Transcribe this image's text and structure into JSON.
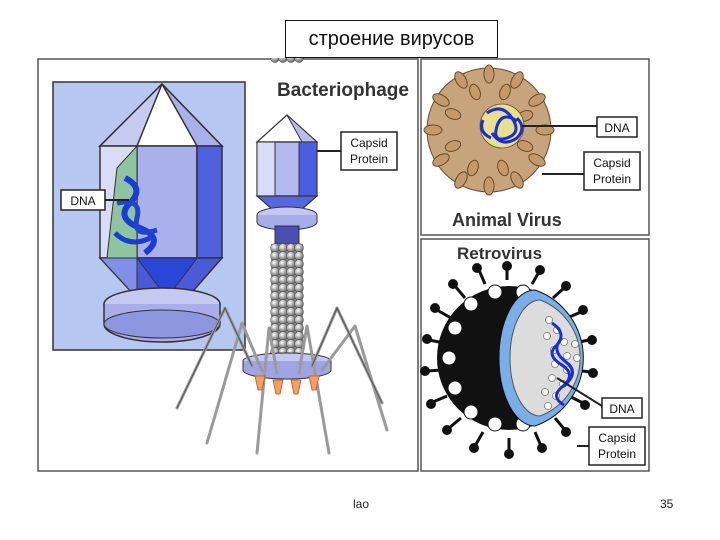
{
  "slide": {
    "title": "строение вирусов",
    "footer_left": "lao",
    "page_number": "35"
  },
  "diagram": {
    "bacteriophage": {
      "title": "Bacteriophage",
      "dna_label": "DNA",
      "capsid_label_line1": "Capsid",
      "capsid_label_line2": "Protein"
    },
    "animal_virus": {
      "title": "Animal Virus",
      "dna_label": "DNA",
      "capsid_label_line1": "Capsid",
      "capsid_label_line2": "Protein"
    },
    "retrovirus": {
      "title": "Retrovirus",
      "dna_label": "DNA",
      "capsid_label_line1": "Capsid",
      "capsid_label_line2": "Protein"
    }
  }
}
